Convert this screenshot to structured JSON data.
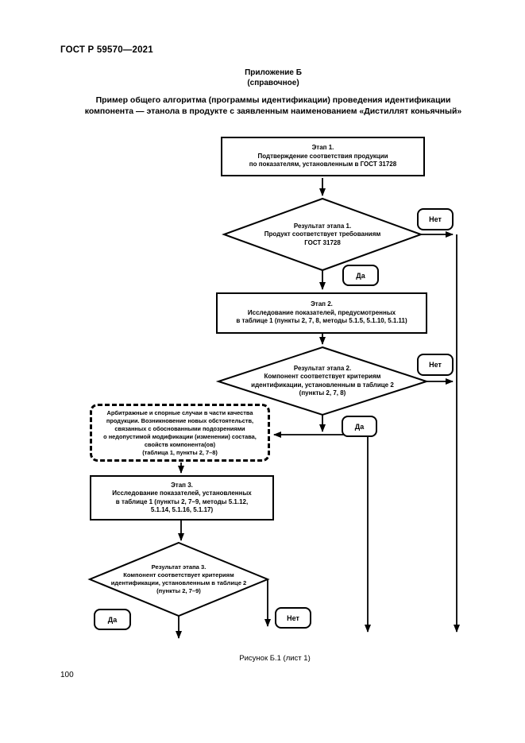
{
  "page": {
    "header": "ГОСТ Р 59570—2021",
    "appendix_heading": "Приложение Б",
    "appendix_type": "(справочное)",
    "title_line1": "Пример общего алгоритма (программы идентификации) проведения идентификации",
    "title_line2": "компонента — этанола в продукте с заявленным наименованием «Дистиллят коньячный»",
    "caption": "Рисунок Б.1 (лист 1)",
    "page_number": "100"
  },
  "flowchart": {
    "step1": {
      "lines": [
        "Этап 1.",
        "Подтверждение соответствия продукции",
        "по показателям, установленным в ГОСТ 31728"
      ]
    },
    "decision1": {
      "lines": [
        "Результат этапа 1.",
        "Продукт соответствует требованиям",
        "ГОСТ 31728"
      ]
    },
    "step2": {
      "lines": [
        "Этап 2.",
        "Исследование показателей, предусмотренных",
        "в таблице 1 (пункты 2, 7, 8, методы 5.1.5, 5.1.10, 5.1.11)"
      ]
    },
    "decision2": {
      "lines": [
        "Результат этапа 2.",
        "Компонент соответствует критериям",
        "идентификации, установленным в таблице 2",
        "(пункты 2, 7, 8)"
      ]
    },
    "arbitration": {
      "lines": [
        "Арбитражные и спорные случаи в части качества",
        "продукции. Возникновение новых обстоятельств,",
        "связанных с обоснованными подозрениями",
        "о недопустимой модификации (изменении) состава,",
        "свойств компонента(ов)",
        "(таблица 1, пункты 2, 7–8)"
      ]
    },
    "step3": {
      "lines": [
        "Этап 3.",
        "Исследование показателей, установленных",
        "в таблице 1 (пункты 2, 7–9, методы 5.1.12,",
        "5.1.14, 5.1.16, 5.1.17)"
      ]
    },
    "decision3": {
      "lines": [
        "Результат этапа 3.",
        "Компонент соответствует критериям",
        "идентификации, установленным в таблице 2",
        "(пункты 2, 7–9)"
      ]
    },
    "labels": {
      "yes": "Да",
      "no": "Нет"
    }
  },
  "colors": {
    "line": "#000000",
    "background": "#ffffff",
    "text": "#000000"
  }
}
